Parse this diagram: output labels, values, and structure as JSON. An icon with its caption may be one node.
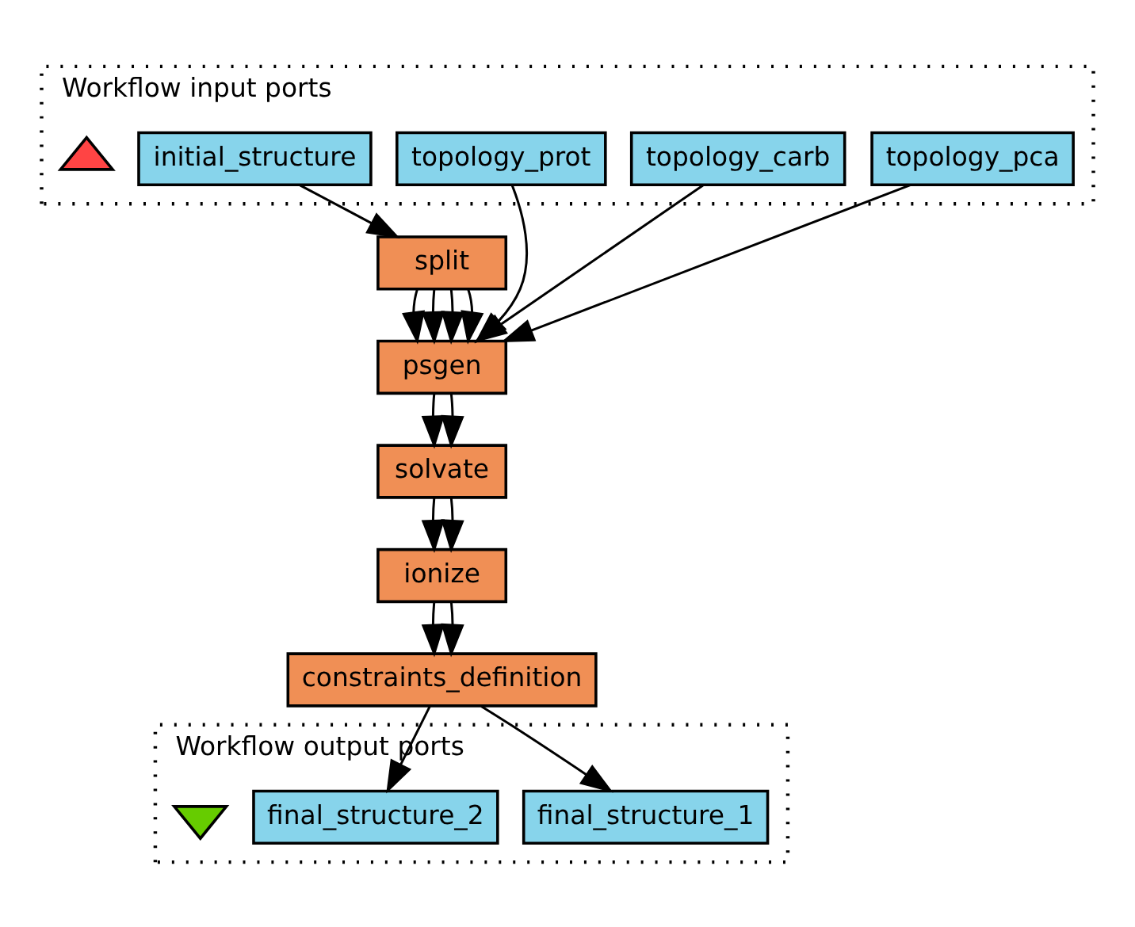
{
  "diagram": {
    "nodes": [
      {
        "text": [
          "Workflow input ports"
        ]
      },
      {
        "text": [
          "initial_structure"
        ],
        "in": 0
      },
      {
        "text": [
          "topology_prot"
        ],
        "in": 0
      },
      {
        "text": [
          "topology_carb"
        ],
        "in": 0
      },
      {
        "text": [
          "topology_pca"
        ],
        "in": 0
      },
      {
        "text": [],
        "shape": "triangle",
        "in": 0
      },
      {
        "text": [
          "split"
        ]
      },
      {
        "text": [
          "psgen"
        ]
      },
      {
        "text": [
          "solvate"
        ]
      },
      {
        "text": [
          "ionize"
        ]
      },
      {
        "text": [
          "constraints_definition"
        ]
      },
      {
        "text": [
          "Workflow output ports"
        ]
      },
      {
        "text": [
          "final_structure_1"
        ],
        "in": 11
      },
      {
        "text": [
          "final_structure_2"
        ],
        "in": 11
      },
      {
        "text": [],
        "shape": "triangle",
        "in": 11
      }
    ],
    "edges": [
      {
        "from": 1,
        "to": 6,
        "arrow": "to"
      },
      {
        "from": 2,
        "to": 7,
        "arrow": "to"
      },
      {
        "from": 3,
        "to": 7,
        "arrow": "to"
      },
      {
        "from": 4,
        "to": 7,
        "arrow": "to"
      },
      {
        "from": 6,
        "to": 7,
        "arrow": "to"
      },
      {
        "from": 6,
        "to": 7,
        "arrow": "to"
      },
      {
        "from": 6,
        "to": 7,
        "arrow": "to"
      },
      {
        "from": 6,
        "to": 7,
        "arrow": "to"
      },
      {
        "from": 7,
        "to": 8,
        "arrow": "to"
      },
      {
        "from": 7,
        "to": 8,
        "arrow": "to"
      },
      {
        "from": 8,
        "to": 9,
        "arrow": "to"
      },
      {
        "from": 8,
        "to": 9,
        "arrow": "to"
      },
      {
        "from": 9,
        "to": 10,
        "arrow": "to"
      },
      {
        "from": 9,
        "to": 10,
        "arrow": "to"
      },
      {
        "from": 10,
        "to": 12,
        "arrow": "to"
      },
      {
        "from": 10,
        "to": 13,
        "arrow": "to"
      }
    ]
  }
}
